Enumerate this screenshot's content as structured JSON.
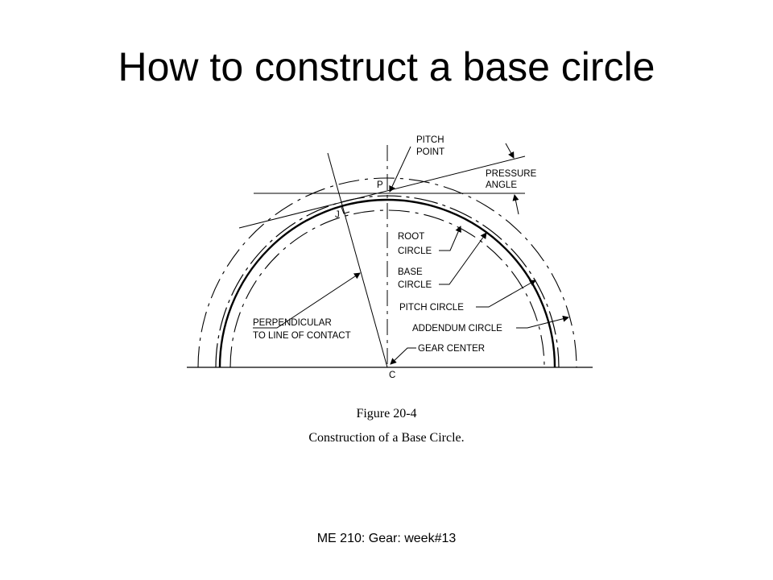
{
  "slide": {
    "title": "How to construct a base circle",
    "footer": "ME 210: Gear: week#13"
  },
  "figure": {
    "number": "Figure 20-4",
    "caption": "Construction of a Base Circle.",
    "labels": {
      "pitch_point_1": "PITCH",
      "pitch_point_2": "POINT",
      "pressure_angle_1": "PRESSURE",
      "pressure_angle_2": "ANGLE",
      "p": "P",
      "j": "J",
      "root_circle_1": "ROOT",
      "root_circle_2": "CIRCLE",
      "base_circle_1": "BASE",
      "base_circle_2": "CIRCLE",
      "pitch_circle": "PITCH CIRCLE",
      "addendum_circle": "ADDENDUM CIRCLE",
      "perpendicular_1": "PERPENDICULAR",
      "perpendicular_2": "TO LINE OF CONTACT",
      "gear_center": "GEAR CENTER",
      "c": "C"
    }
  }
}
